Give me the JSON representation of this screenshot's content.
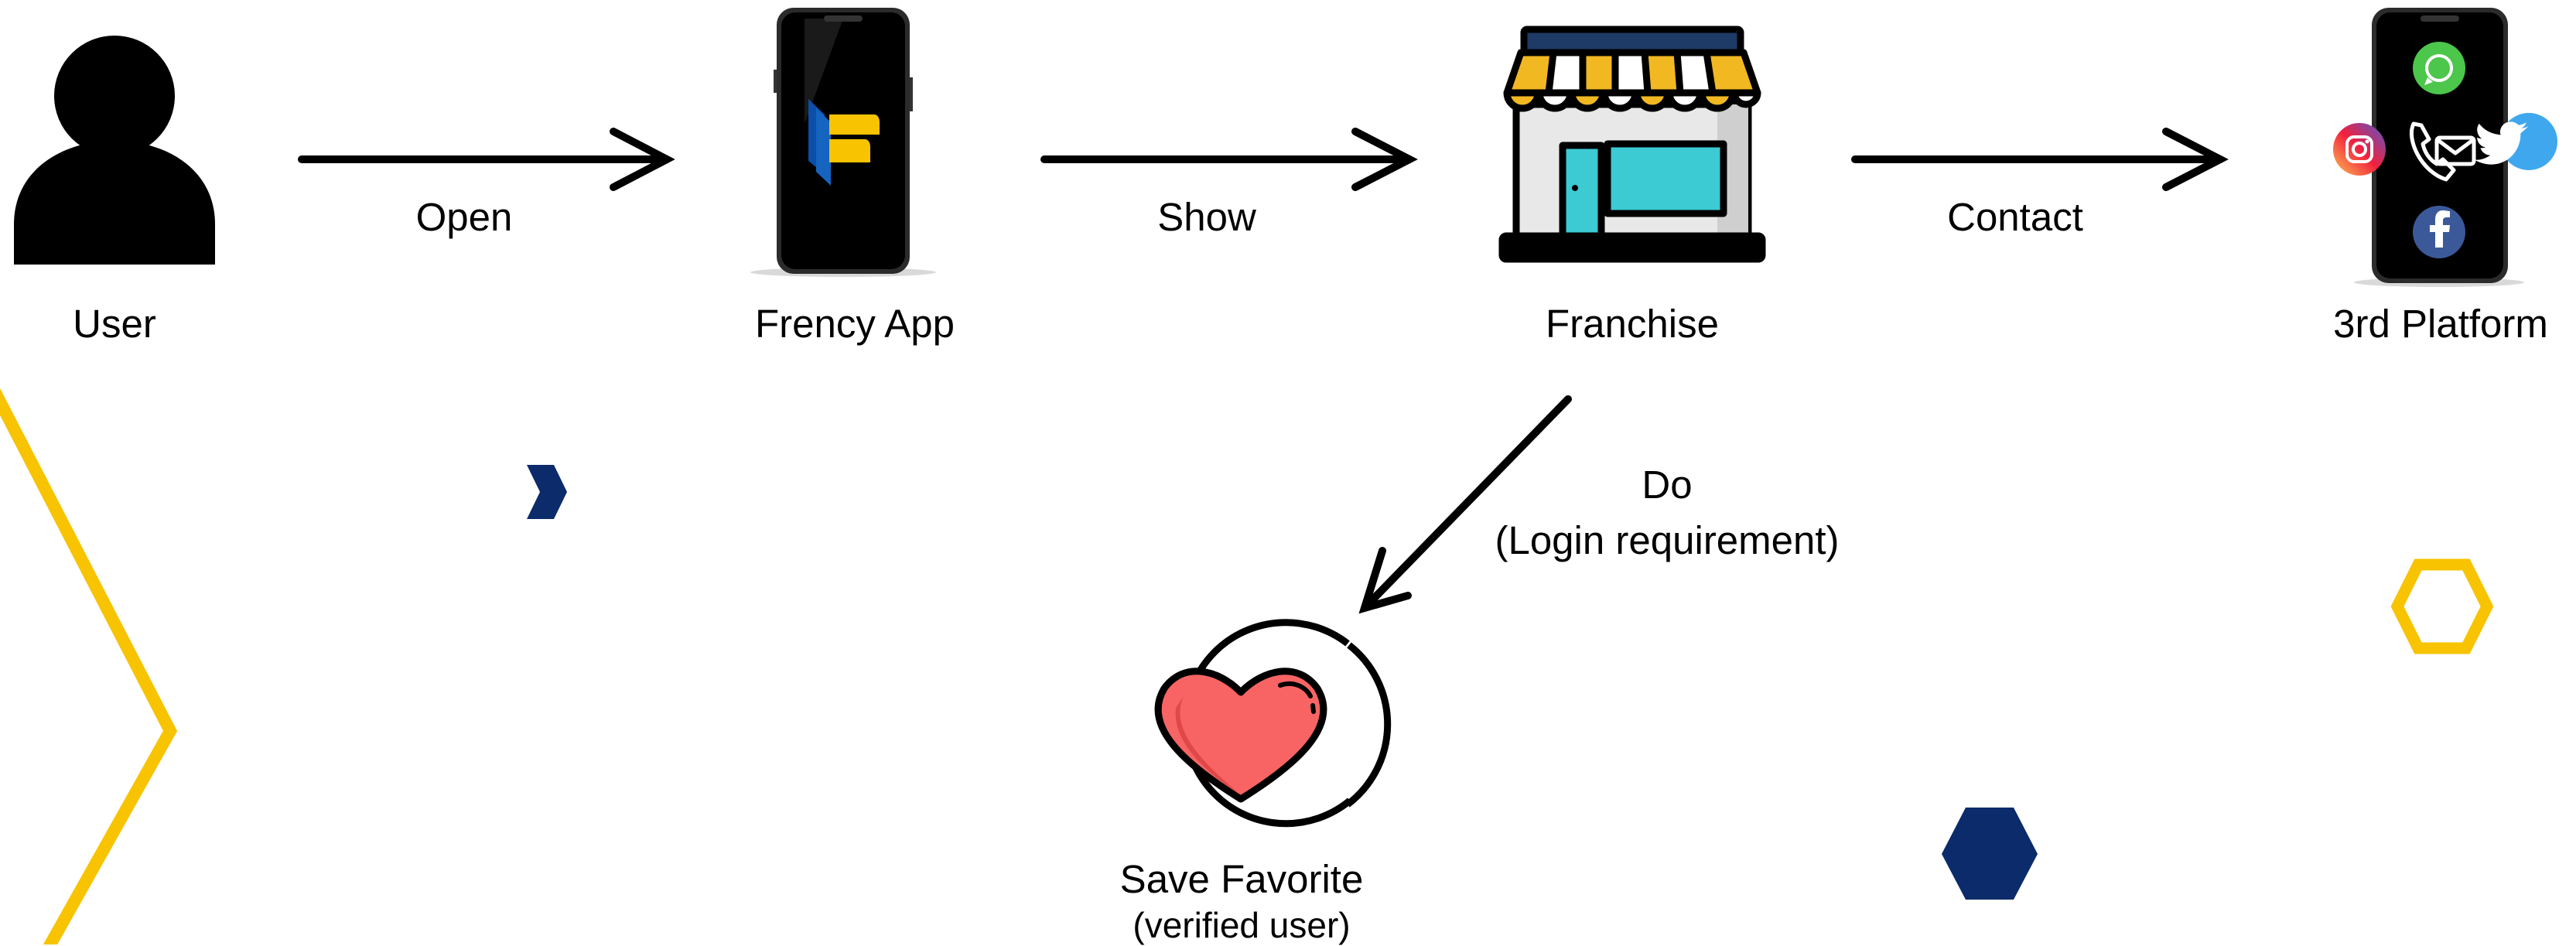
{
  "nodes": {
    "user": {
      "label": "User",
      "icon": "user-silhouette-icon"
    },
    "app": {
      "label": "Frency App",
      "icon": "smartphone-app-icon"
    },
    "franchise": {
      "label": "Franchise",
      "icon": "storefront-icon"
    },
    "platform": {
      "label": "3rd Platform",
      "icon": "smartphone-social-icon"
    },
    "favorite": {
      "label": "Save Favorite",
      "sublabel": "(verified user)",
      "icon": "heart-icon"
    }
  },
  "edges": {
    "open": "Open",
    "show": "Show",
    "contact": "Contact",
    "do_line1": "Do",
    "do_line2": "(Login requirement)"
  },
  "colors": {
    "accent_yellow": "#F8C300",
    "accent_navy": "#0B2B6B",
    "heart_red": "#F86464",
    "whatsapp_green": "#4CC64B",
    "twitter_blue": "#3FA7EE",
    "facebook_blue": "#3B5998",
    "awning_yellow": "#F2B822",
    "store_teal": "#3CCAD3"
  }
}
